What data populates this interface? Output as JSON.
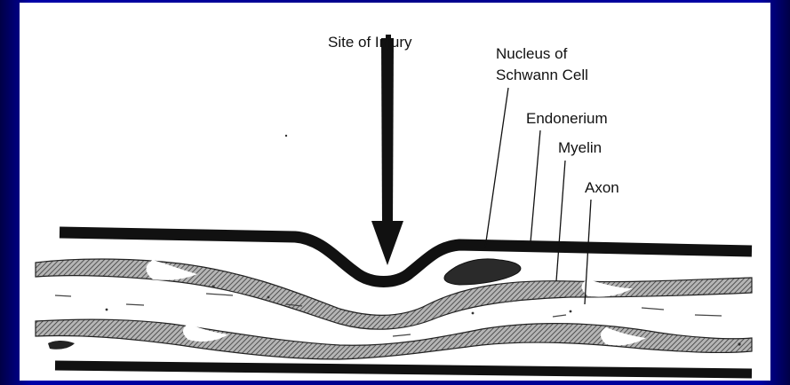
{
  "diagram": {
    "labels": {
      "site_of_injury": "Site of Injury",
      "nucleus_line1": "Nucleus of",
      "nucleus_line2": "Schwann Cell",
      "endonerium": "Endonerium",
      "myelin": "Myelin",
      "axon": "Axon"
    },
    "colors": {
      "slide_background": "#00008a",
      "panel": "#ffffff",
      "ink": "#111111",
      "myelin_fill": "#8a8a8a"
    }
  }
}
